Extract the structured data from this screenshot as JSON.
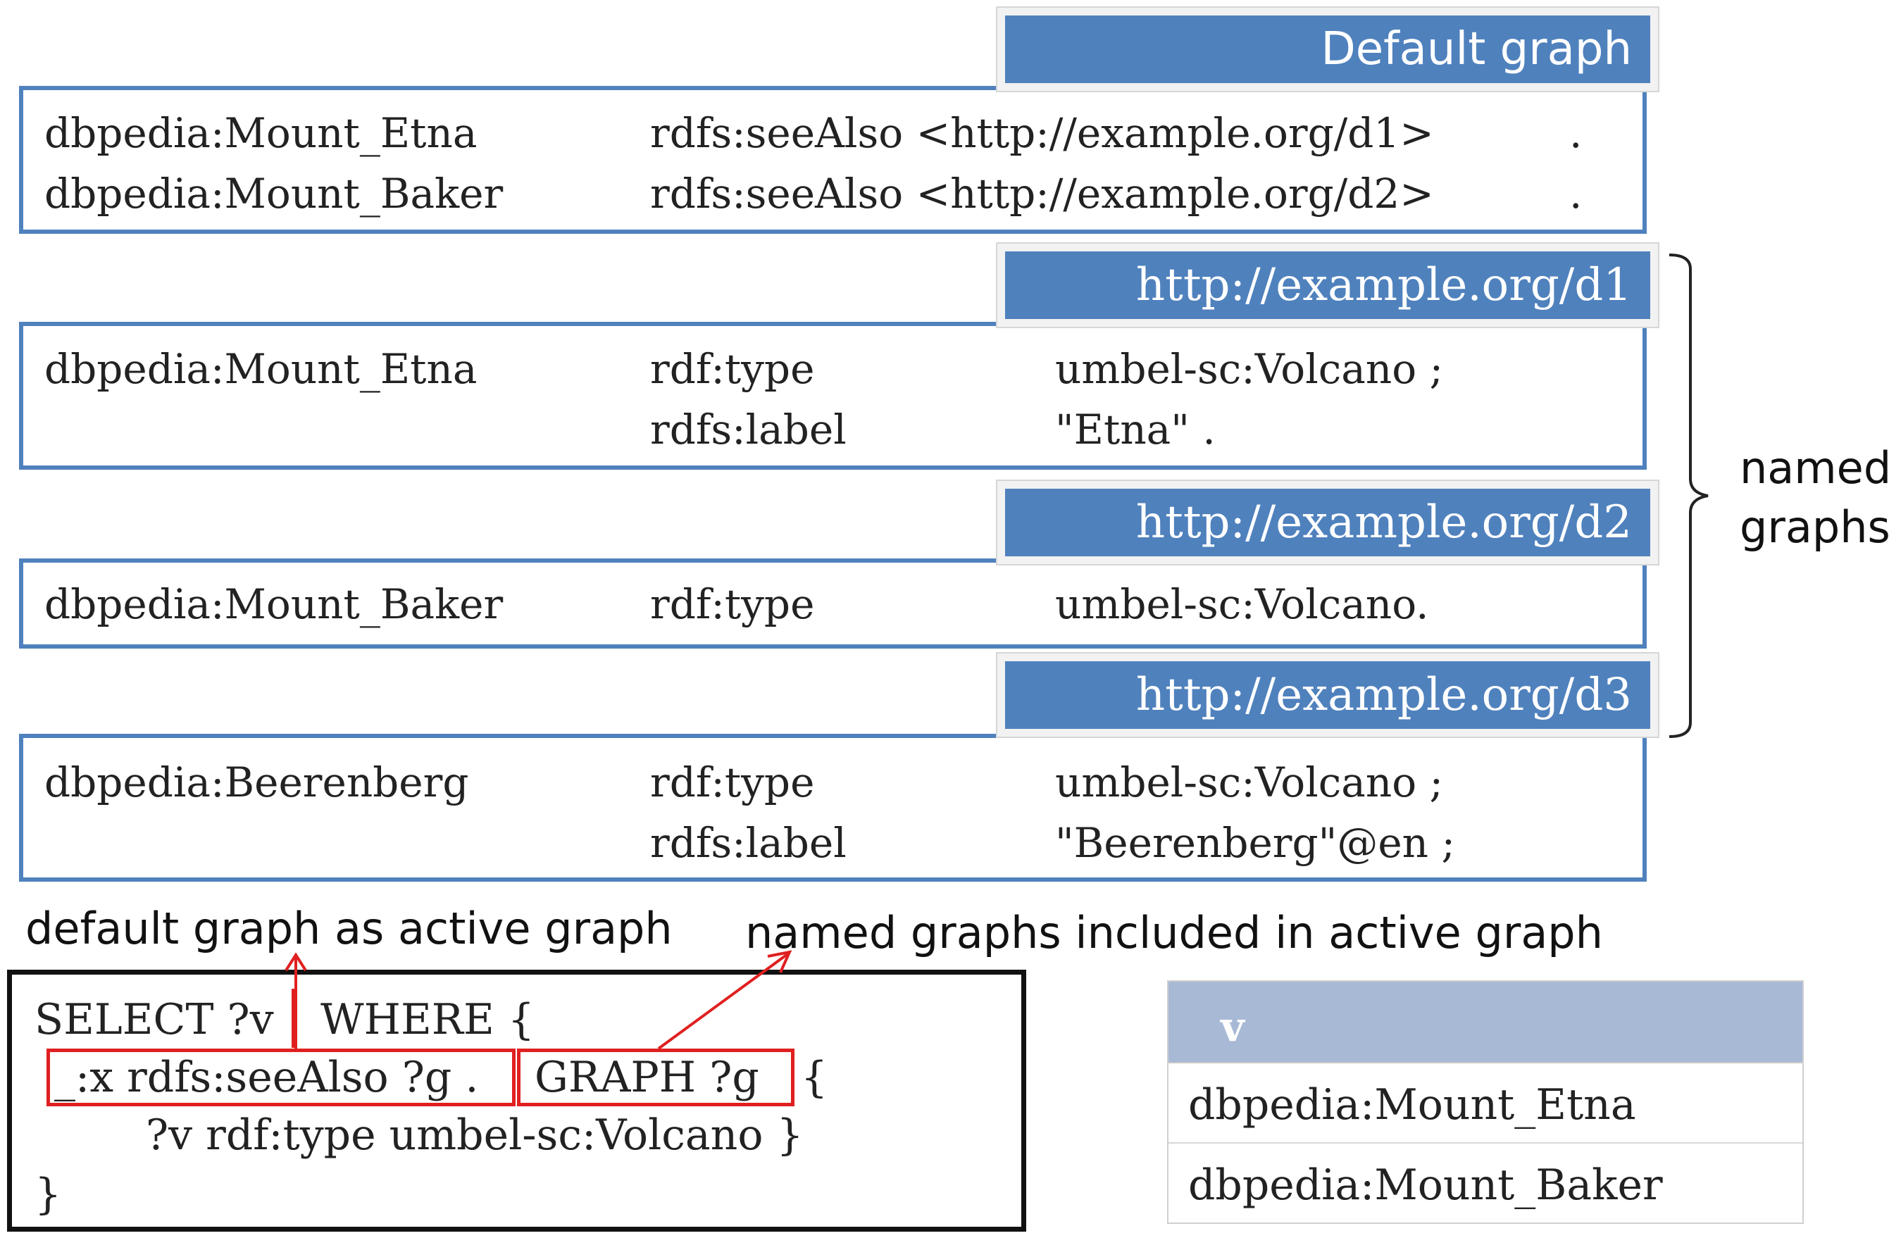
{
  "default_graph": {
    "header": "Default graph",
    "rows": [
      {
        "s": "dbpedia:Mount_Etna",
        "p": "rdfs:seeAlso <http://example.org/d1>",
        "dot": "."
      },
      {
        "s": "dbpedia:Mount_Baker",
        "p": "rdfs:seeAlso <http://example.org/d2>",
        "dot": "."
      }
    ]
  },
  "named_graphs": [
    {
      "header": "http://example.org/d1",
      "rows": [
        {
          "s": "dbpedia:Mount_Etna",
          "p": "rdf:type",
          "o": "umbel-sc:Volcano ;"
        },
        {
          "s": "",
          "p": "rdfs:label",
          "o": "\"Etna\" ."
        }
      ]
    },
    {
      "header": "http://example.org/d2",
      "rows": [
        {
          "s": "dbpedia:Mount_Baker",
          "p": "rdf:type",
          "o": "umbel-sc:Volcano."
        }
      ]
    },
    {
      "header": "http://example.org/d3",
      "rows": [
        {
          "s": "dbpedia:Beerenberg",
          "p": "rdf:type",
          "o": "umbel-sc:Volcano ;"
        },
        {
          "s": "",
          "p": "rdfs:label",
          "o": "\"Beerenberg\"@en ;"
        }
      ]
    }
  ],
  "brace_label": {
    "line1": "named",
    "line2": "graphs"
  },
  "annotations": {
    "left": "default graph as active graph",
    "right": "named graphs included in active graph"
  },
  "query": {
    "select": "SELECT ?v",
    "where": "WHERE {",
    "pattern1": "_:x rdfs:seeAlso ?g .",
    "graph_kw": "GRAPH ?g",
    "open_brace": "{",
    "inner": "?v rdf:type umbel-sc:Volcano }",
    "close": "}"
  },
  "result_table": {
    "header": "v",
    "rows": [
      "dbpedia:Mount_Etna",
      "dbpedia:Mount_Baker"
    ]
  },
  "colors": {
    "graph_blue": "#4f81bd",
    "arrow_red": "#e02020",
    "table_header": "#a8b9d6"
  }
}
